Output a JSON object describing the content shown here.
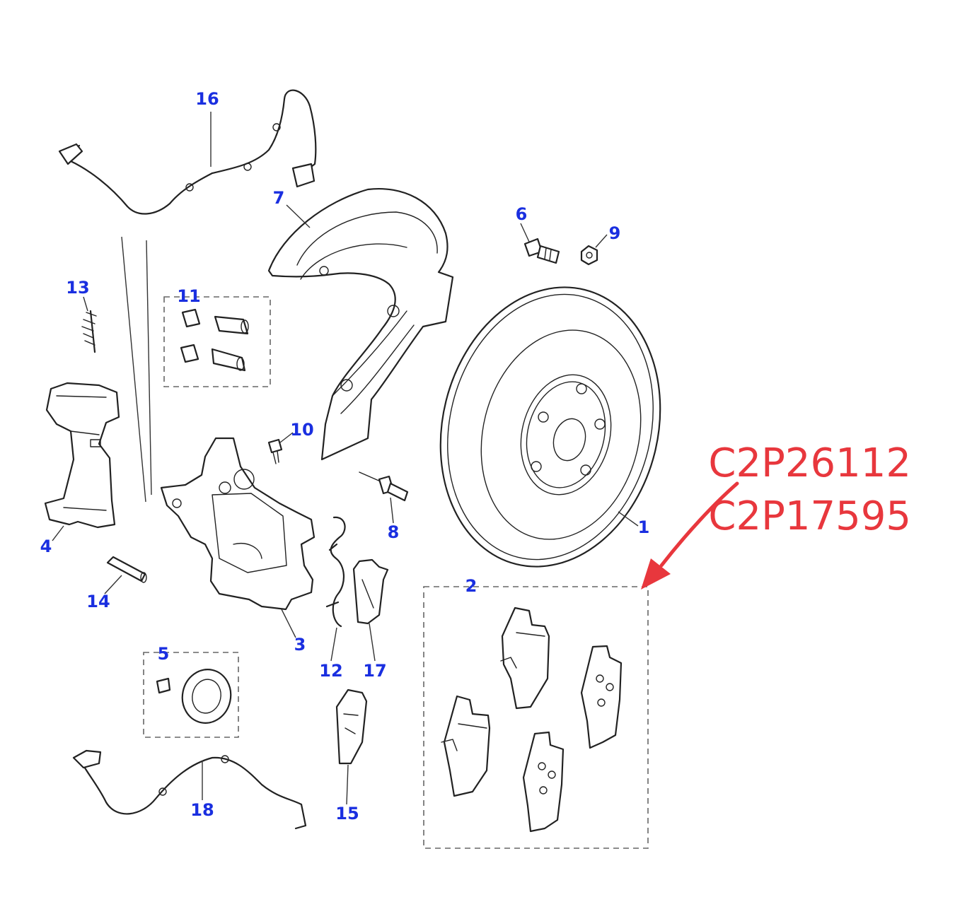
{
  "callouts": {
    "c1": "1",
    "c2": "2",
    "c3": "3",
    "c4": "4",
    "c5": "5",
    "c6": "6",
    "c7": "7",
    "c8": "8",
    "c9": "9",
    "c10": "10",
    "c11": "11",
    "c12": "12",
    "c13": "13",
    "c14": "14",
    "c15": "15",
    "c16": "16",
    "c17": "17",
    "c18": "18"
  },
  "part_numbers": [
    "C2P26112",
    "C2P17595"
  ],
  "colors": {
    "callout": "#1a2fe0",
    "annotation": "#e8373d",
    "line_art": "#222222"
  }
}
